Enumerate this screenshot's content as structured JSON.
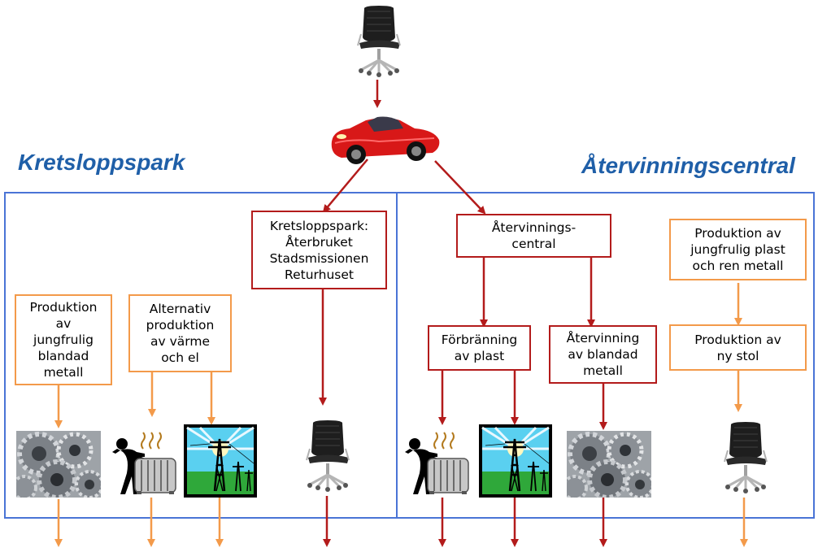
{
  "titles": {
    "left": "Kretsloppspark",
    "right": "Återvinningscentral"
  },
  "boxes": {
    "kretsloppspark": "Kretsloppspark:\nÅterbruket\nStadsmissionen\nReturhuset",
    "atervinningscentral": "Återvinnings-\ncentral",
    "prod_blandad_metall": "Produktion\nav\njungfrulig\nblandad\nmetall",
    "alternativ_produktion": "Alternativ\nproduktion\nav värme\noch el",
    "forbranning": "Förbränning\nav plast",
    "atervinning_metall": "Återvinning\nav blandad\nmetall",
    "prod_plast_metall": "Produktion av\njungfrulig plast\noch ren metall",
    "prod_ny_stol": "Produktion av\nny stol"
  },
  "icons": {
    "top": "office-chair-icon",
    "car": "red-sports-car-icon",
    "row": [
      "gears-icon",
      "person-heater-icon",
      "power-tower-icon",
      "office-chair-icon",
      "person-heater-icon",
      "power-tower-icon",
      "gears-icon",
      "office-chair-icon"
    ]
  },
  "colors": {
    "red_arrow": "#b31b1b",
    "orange_arrow": "#f39a4a",
    "region_border": "#4a74d6",
    "title": "#1f5fa8"
  }
}
